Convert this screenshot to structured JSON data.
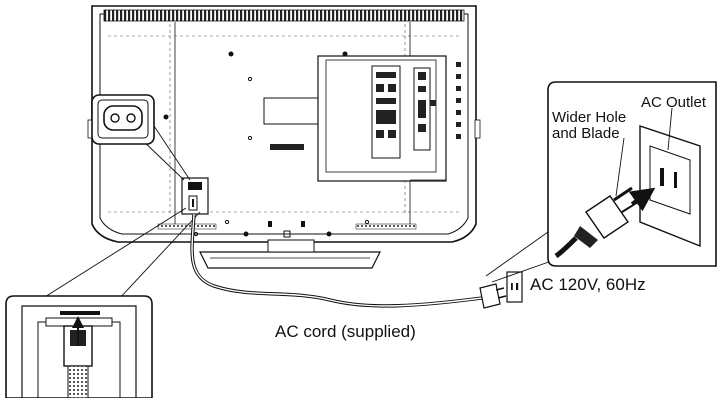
{
  "labels": {
    "ac_outlet": "AC Outlet",
    "wider_hole_line1": "Wider Hole",
    "wider_hole_line2": "and Blade",
    "power_rating": "AC 120V, 60Hz",
    "ac_cord": "AC cord (supplied)"
  },
  "colors": {
    "line": "#111111",
    "panel_fill": "#ffffff",
    "dark_fill": "#222222",
    "grey_fill": "#9a9a9a"
  },
  "icons": {
    "power_inlet": "ac-inlet-icon",
    "plug": "polarized-plug-icon",
    "arrow": "insert-arrow-icon"
  }
}
